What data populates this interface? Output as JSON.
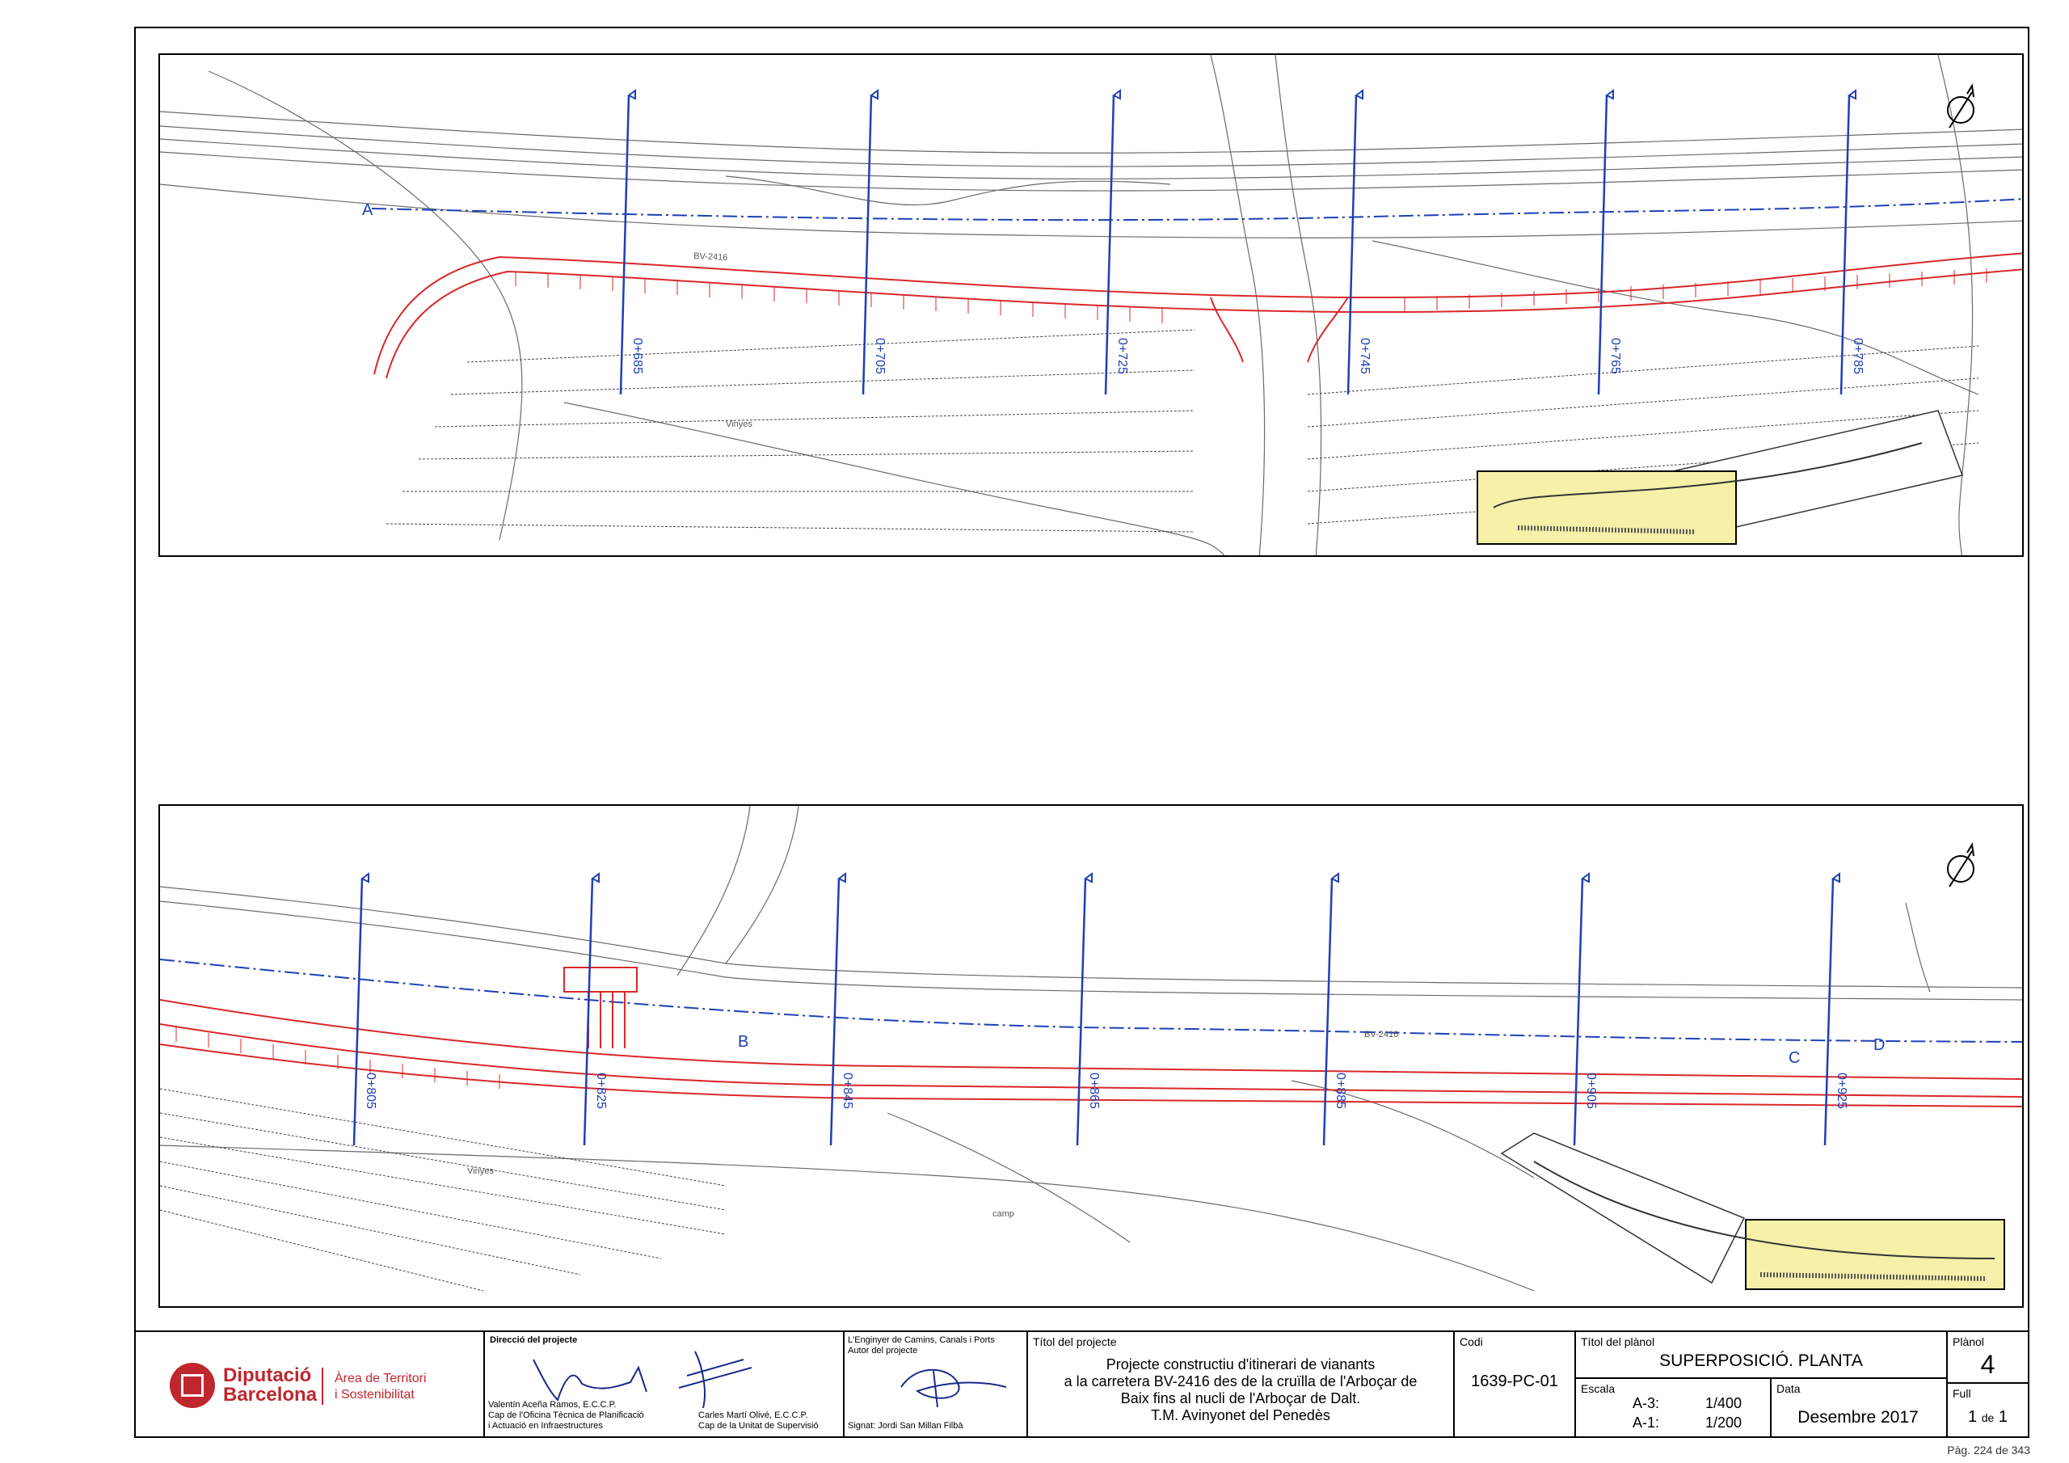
{
  "drawing": {
    "top_panel": {
      "stations": [
        "0+685",
        "0+705",
        "0+725",
        "0+745",
        "0+765",
        "0+785"
      ],
      "labels": {
        "section_a": "A",
        "road": "BV-2416",
        "vines": "Vinyes"
      }
    },
    "bottom_panel": {
      "stations": [
        "0+805",
        "0+825",
        "0+845",
        "0+865",
        "0+885",
        "0+905",
        "0+925"
      ],
      "labels": {
        "section_b": "B",
        "section_c": "C",
        "section_d": "D",
        "road": "BV-2416",
        "vines": "Vinyes",
        "field": "camp"
      }
    },
    "colors": {
      "route": "#d9282a",
      "axis": "#1f3fb5",
      "base": "#555555",
      "keymap": "#f6f0a8"
    }
  },
  "title_block": {
    "org_name_1": "Diputació",
    "org_name_2": "Barcelona",
    "area_1": "Àrea de Territori",
    "area_2": "i Sostenibilitat",
    "director_header": "Direcció del projecte",
    "director_name": "Valentín Aceña Ramos, E.C.C.P.",
    "director_role_1": "Cap de l'Oficina Tècnica de Planificació",
    "director_role_2": "i Actuació en Infraestructures",
    "supervisor_name": "Carles Martí Olivé, E.C.C.P.",
    "supervisor_role": "Cap de la Unitat de Supervisió",
    "author_header_1": "L'Enginyer de Camins, Canals i Ports",
    "author_header_2": "Autor del projecte",
    "author_signed": "Signat: Jordi San Millan Filbà",
    "project_header": "Títol del projecte",
    "project_line_1": "Projecte constructiu d'itinerari de vianants",
    "project_line_2": "a la carretera BV-2416 des de la cruïlla de l'Arboçar de",
    "project_line_3": "Baix fins al nucli de l'Arboçar de Dalt.",
    "project_line_4": "T.M. Avinyonet del Penedès",
    "code_header": "Codi",
    "code_value": "1639-PC-01",
    "plan_title_header": "Títol del plànol",
    "plan_title_value": "SUPERPOSICIÓ. PLANTA",
    "scale_header": "Escala",
    "scale_a3_label": "A-3:",
    "scale_a3_value": "1/400",
    "scale_a1_label": "A-1:",
    "scale_a1_value": "1/200",
    "date_header": "Data",
    "date_value": "Desembre 2017",
    "plan_header": "Plànol",
    "plan_value": "4",
    "sheet_header": "Full",
    "sheet_value": "1",
    "sheet_of": "de",
    "sheet_total": "1"
  },
  "page_number": "Pàg. 224 de 343"
}
